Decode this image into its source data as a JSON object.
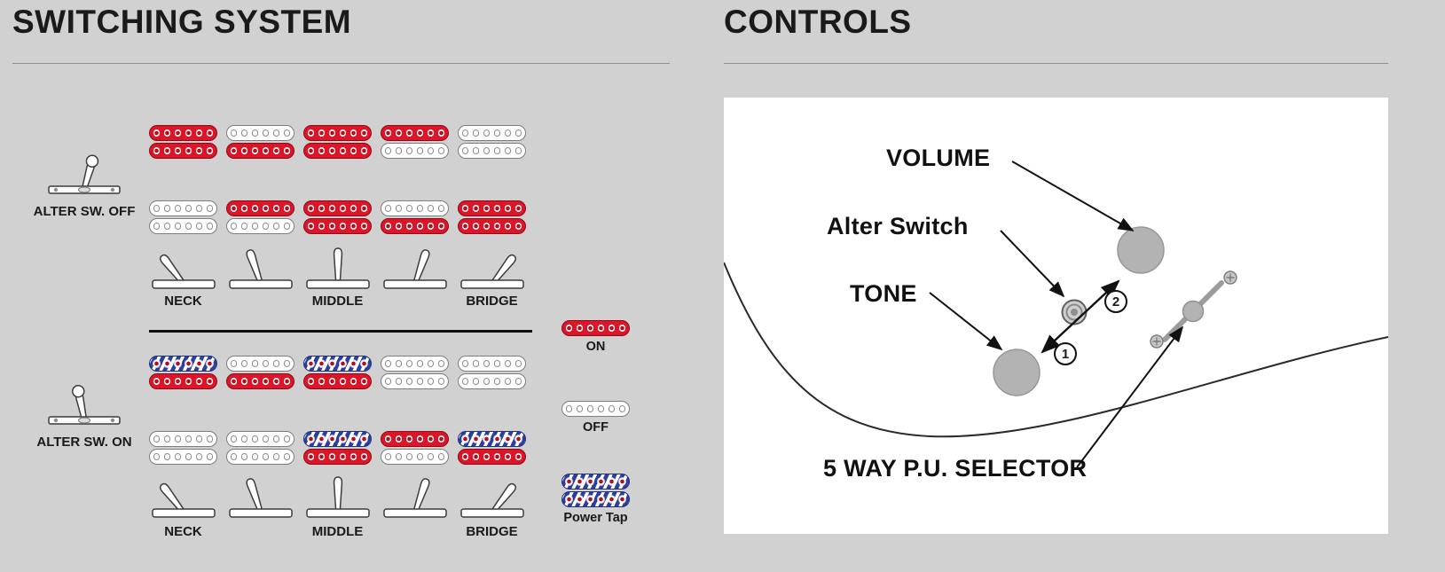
{
  "page": {
    "background": "#d1d1d1"
  },
  "switching": {
    "title": "SWITCHING SYSTEM",
    "colors": {
      "coil_on": "#dc1528",
      "coil_off": "#ffffff",
      "power_tap_blue": "#2b3f9e"
    },
    "modes": [
      {
        "id": "off",
        "label": "ALTER SW. OFF",
        "toggle_angle": 16,
        "positions": [
          {
            "label": "NECK",
            "lever_angle": -38,
            "neck": [
              "on",
              "on"
            ],
            "bridge": [
              "off",
              "off"
            ]
          },
          {
            "label": "",
            "lever_angle": -19,
            "neck": [
              "off",
              "on"
            ],
            "bridge": [
              "on",
              "off"
            ]
          },
          {
            "label": "MIDDLE",
            "lever_angle": 0,
            "neck": [
              "on",
              "on"
            ],
            "bridge": [
              "on",
              "on"
            ]
          },
          {
            "label": "",
            "lever_angle": 19,
            "neck": [
              "on",
              "off"
            ],
            "bridge": [
              "off",
              "on"
            ]
          },
          {
            "label": "BRIDGE",
            "lever_angle": 38,
            "neck": [
              "off",
              "off"
            ],
            "bridge": [
              "on",
              "on"
            ]
          }
        ]
      },
      {
        "id": "on",
        "label": "ALTER SW. ON",
        "toggle_angle": -12,
        "positions": [
          {
            "label": "NECK",
            "lever_angle": -38,
            "neck": [
              "tap",
              "on"
            ],
            "bridge": [
              "off",
              "off"
            ]
          },
          {
            "label": "",
            "lever_angle": -19,
            "neck": [
              "off",
              "on"
            ],
            "bridge": [
              "off",
              "off"
            ]
          },
          {
            "label": "MIDDLE",
            "lever_angle": 0,
            "neck": [
              "tap",
              "on"
            ],
            "bridge": [
              "tap",
              "on"
            ]
          },
          {
            "label": "",
            "lever_angle": 19,
            "neck": [
              "off",
              "off"
            ],
            "bridge": [
              "on",
              "off"
            ]
          },
          {
            "label": "BRIDGE",
            "lever_angle": 38,
            "neck": [
              "off",
              "off"
            ],
            "bridge": [
              "tap",
              "on"
            ]
          }
        ]
      }
    ],
    "legend": [
      {
        "state": "on",
        "label": "ON",
        "rows": 1
      },
      {
        "state": "off",
        "label": "OFF",
        "rows": 1
      },
      {
        "state": "tap",
        "label": "Power Tap",
        "rows": 2
      }
    ]
  },
  "controls": {
    "title": "CONTROLS",
    "labels": {
      "volume": "VOLUME",
      "alter": "Alter Switch",
      "tone": "TONE",
      "selector": "5 WAY P.U. SELECTOR"
    },
    "steps": [
      "1",
      "2"
    ]
  }
}
